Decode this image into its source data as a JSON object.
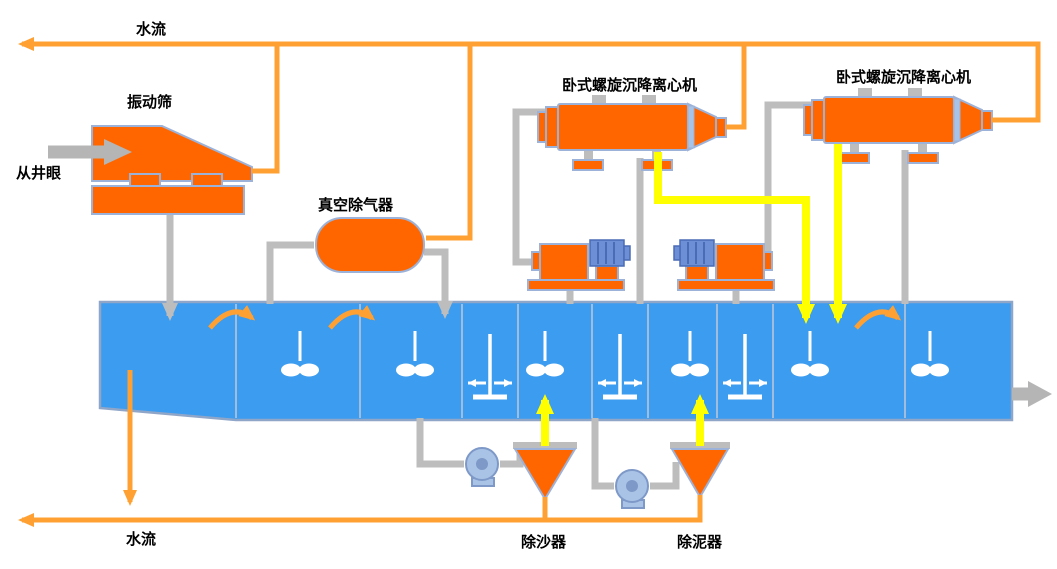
{
  "diagram": {
    "type": "process-flow",
    "description_visible_text_only": true,
    "labels": {
      "water_flow_top": "水流",
      "water_flow_bottom": "水流",
      "from_wellbore": "从井眼",
      "vibrating_screen": "振动筛",
      "vacuum_degasser": "真空除气器",
      "centrifuge_left": "卧式螺旋沉降离心机",
      "centrifuge_right": "卧式螺旋沉降离心机",
      "desander": "除沙器",
      "desilter": "除泥器"
    }
  },
  "colors": {
    "orange": "#FF6600",
    "flow_orange": "#FFA033",
    "tank_blue": "#3B9CF0",
    "yellow": "#FFFF00",
    "pipe_gray": "#BDBDBD",
    "outline": "#9DB2D8",
    "pump_blue": "#A9C3E6",
    "motor_blue": "#6C8FD6",
    "text": "#000000",
    "background": "#FFFFFF"
  }
}
